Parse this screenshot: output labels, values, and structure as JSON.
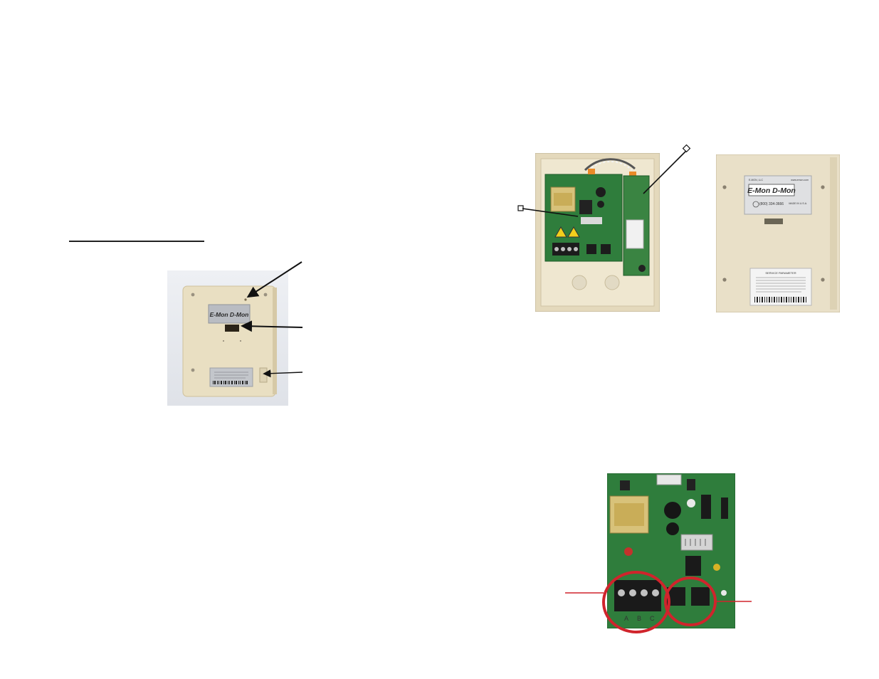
{
  "brand": {
    "logo_text": "E-Mon D-Mon",
    "logo_left": "E-Mon",
    "logo_right": "D-Mon",
    "phone": "(800) 334-3666",
    "website": "www.emon.com",
    "company_small": "E-MON, LLC",
    "made_in": "MADE IN U.S.A."
  },
  "colors": {
    "enclosure": "#e8dcbc",
    "board_green": "#2f7d3c",
    "highlight_red": "#d0242c",
    "transformer": "#d8c27a"
  },
  "icons": {
    "warning": "warning-triangle-icon",
    "callout_marker": "square-callout-marker-icon"
  },
  "terminal_labels": [
    "A",
    "B",
    "C"
  ],
  "nameplate": {
    "title": "SERVICE PARAMETER"
  }
}
